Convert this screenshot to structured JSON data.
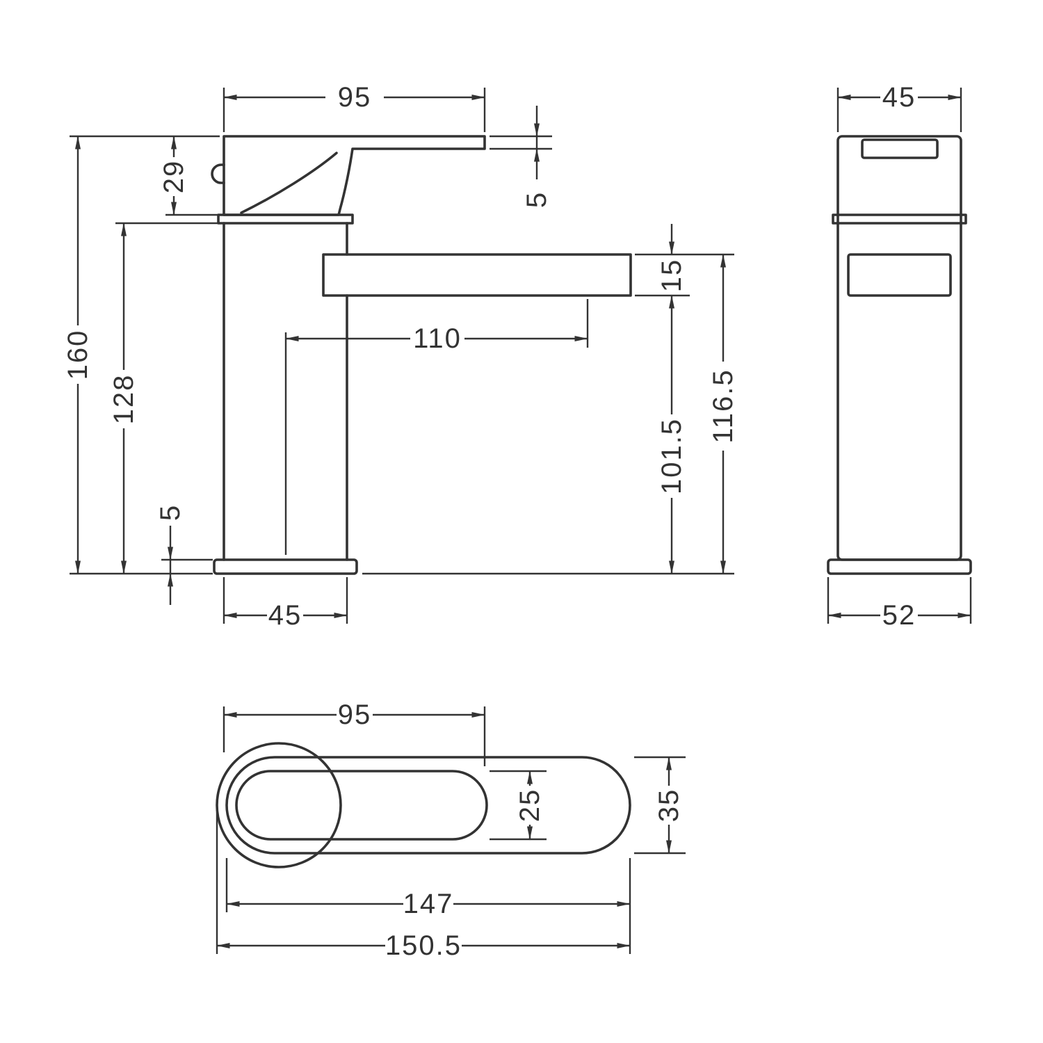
{
  "side": {
    "lever_length": "95",
    "lever_thickness": "5",
    "handle_height": "29",
    "overall_height": "160",
    "body_height": "128",
    "spout_reach": "110",
    "spout_thickness": "15",
    "spout_underside_height": "101.5",
    "spout_top_height": "116.5",
    "base_thickness": "5",
    "body_width": "45"
  },
  "front": {
    "top_width": "45",
    "base_width": "52"
  },
  "plan": {
    "lever_length": "95",
    "lever_width": "25",
    "spout_width": "35",
    "reach": "147",
    "overall_length": "150.5"
  }
}
